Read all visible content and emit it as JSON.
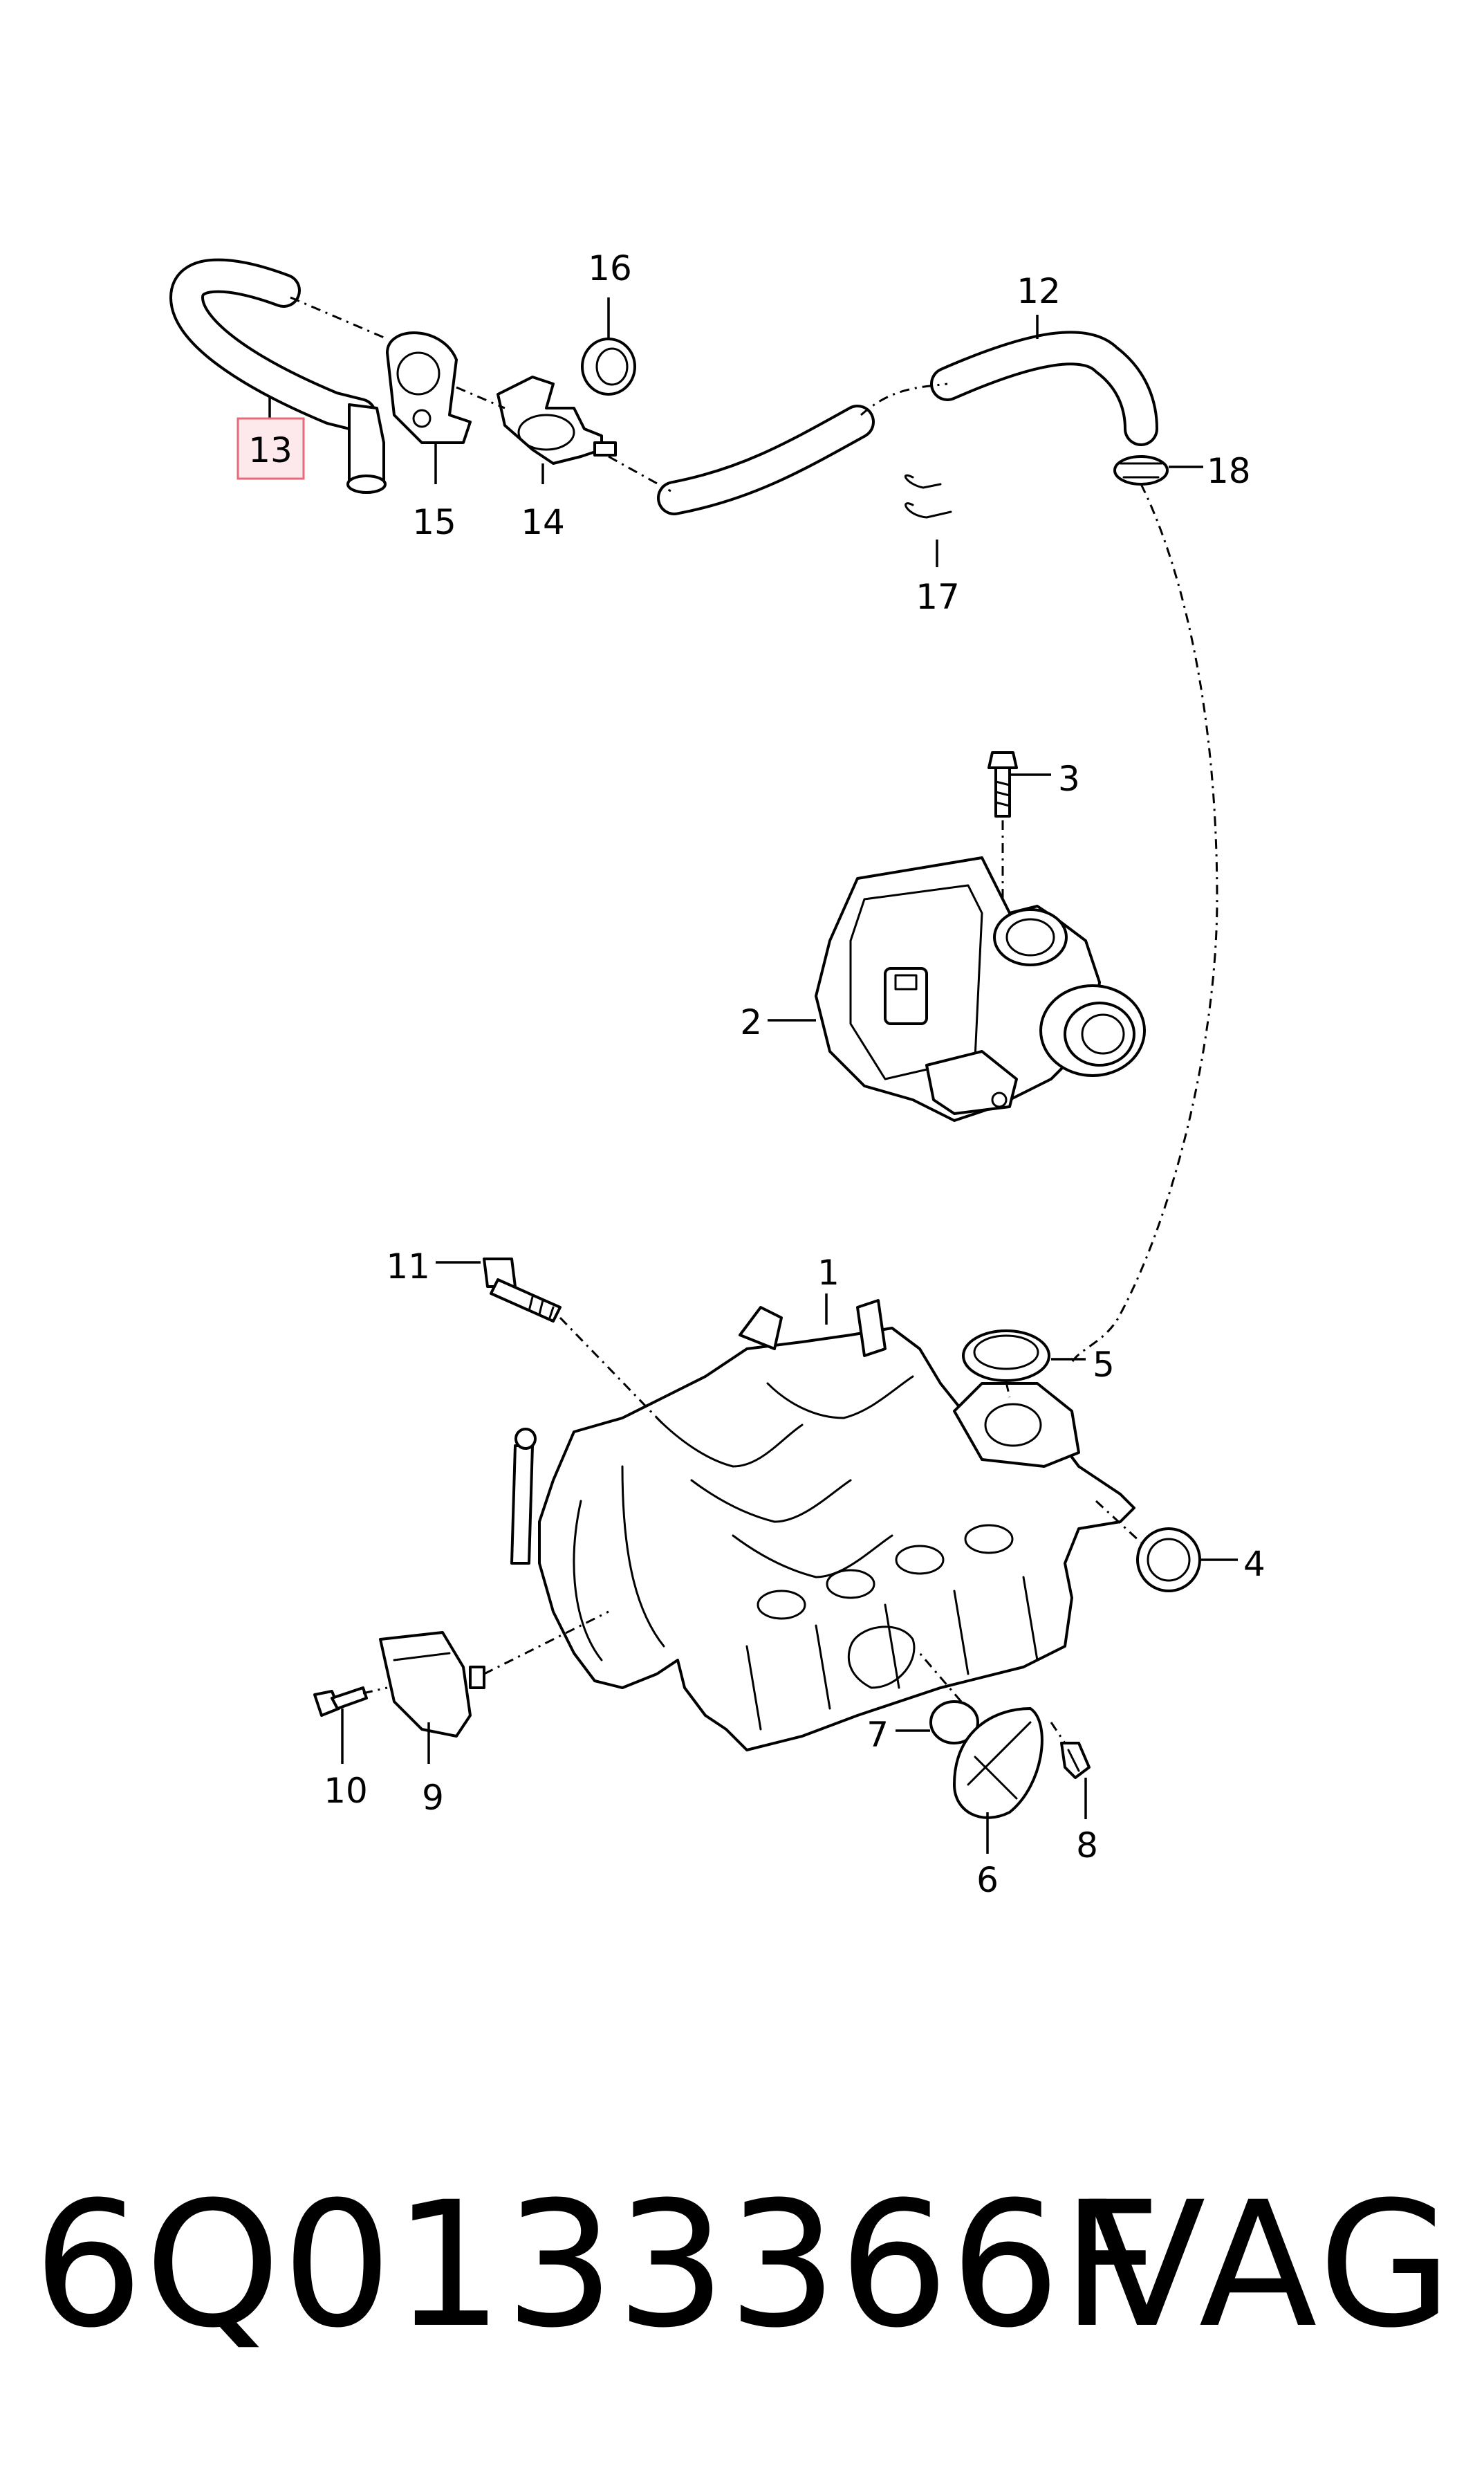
{
  "diagram": {
    "callouts": [
      "1",
      "2",
      "3",
      "4",
      "5",
      "6",
      "7",
      "8",
      "9",
      "10",
      "11",
      "12",
      "13",
      "14",
      "15",
      "16",
      "17",
      "18"
    ],
    "highlighted_callout": "13",
    "highlight_color": "#e86a78",
    "highlight_fill": "#fde9ec"
  },
  "footer": {
    "part_number": "6Q0133366F",
    "brand": "VAG"
  }
}
